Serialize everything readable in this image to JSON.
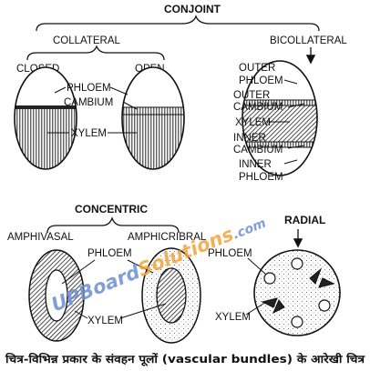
{
  "headings": {
    "conjoint": "CONJOINT",
    "collateral": "COLLATERAL",
    "closed": "CLOSED",
    "open": "OPEN",
    "bicollateral": "BICOLLATERAL",
    "concentric": "CONCENTRIC",
    "amphivasal": "AMPHIVASAL",
    "amphicribral": "AMPHICRIBRAL",
    "radial": "RADIAL"
  },
  "labels": {
    "collateral_phloem": "PHLOEM",
    "collateral_cambium": "CAMBIUM",
    "collateral_xylem": "XYLEM",
    "outer_phloem_1": "OUTER",
    "outer_phloem_2": "PHLOEM",
    "outer_cambium_1": "OUTER",
    "outer_cambium_2": "CAMBIUM",
    "bicollateral_xylem": "XYLEM",
    "inner_cambium_1": "INNER",
    "inner_cambium_2": "CAMBIUM",
    "inner_phloem_1": "INNER",
    "inner_phloem_2": "PHLOEM",
    "concentric_phloem": "PHLOEM",
    "concentric_xylem": "XYLEM",
    "radial_phloem": "PHLOEM",
    "radial_xylem": "XYLEM"
  },
  "watermark": {
    "part1": "UPBoard",
    "part2": "Solutions",
    "part3": ".com",
    "color1": "#6a8fcf",
    "color2": "#f0a43a"
  },
  "caption": "चित्र-विभिन्न प्रकार के संवहन पूलों (vascular bundles) के आरेखी चित्र"
}
